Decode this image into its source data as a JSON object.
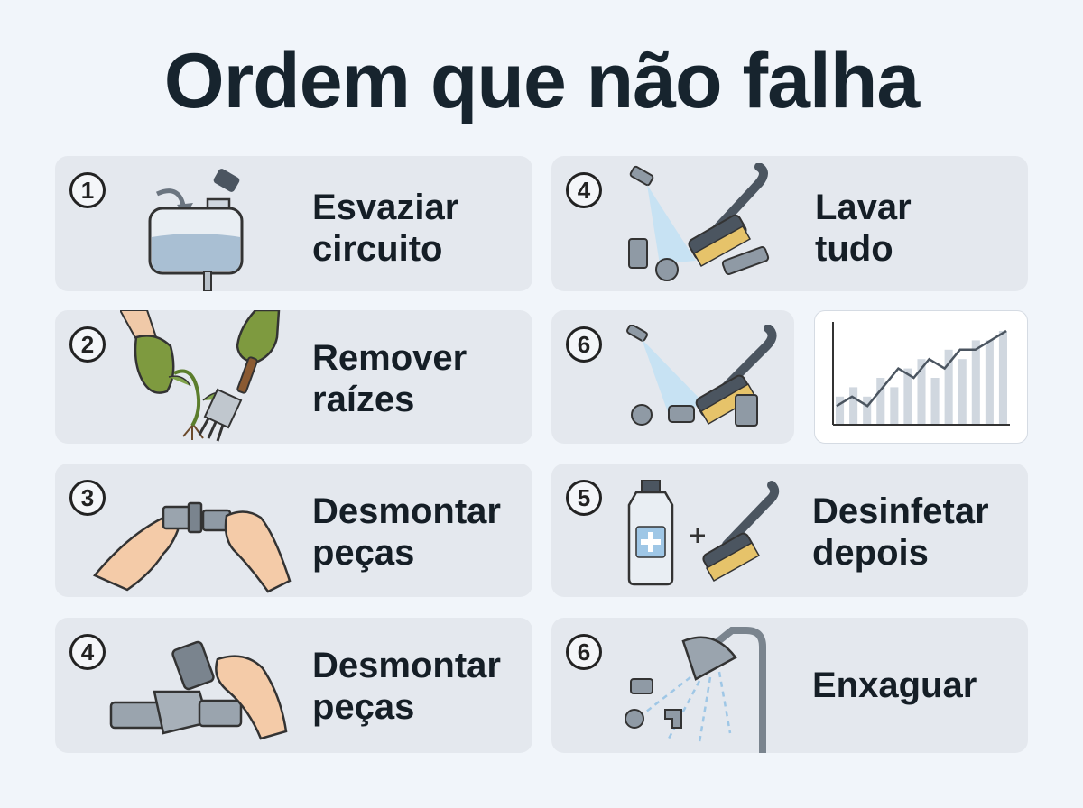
{
  "title": "Ordem que não falha",
  "steps": [
    {
      "number": "1",
      "line1": "Esvaziar",
      "line2": "circuito"
    },
    {
      "number": "2",
      "line1": "Remover",
      "line2": "raízes"
    },
    {
      "number": "3",
      "line1": "Desmontar",
      "line2": "peças"
    },
    {
      "number": "4",
      "line1": "Desmontar",
      "line2": "peças"
    },
    {
      "number": "4",
      "line1": "Lavar",
      "line2": "tudo"
    },
    {
      "number": "6",
      "line1": "",
      "line2": ""
    },
    {
      "number": "5",
      "line1": "Desinfetar",
      "line2": "depois"
    },
    {
      "number": "6",
      "line1": "Enxaguar",
      "line2": ""
    }
  ],
  "chart_data": {
    "type": "bar",
    "values": [
      3,
      4,
      3,
      5,
      4,
      6,
      7,
      5,
      8,
      7,
      9,
      9,
      10
    ],
    "line": [
      2,
      3,
      2,
      4,
      6,
      5,
      7,
      6,
      8,
      8,
      9,
      10
    ]
  },
  "colors": {
    "card": "#e4e8ee",
    "text": "#151e26",
    "accent": "#9fc7e6"
  }
}
